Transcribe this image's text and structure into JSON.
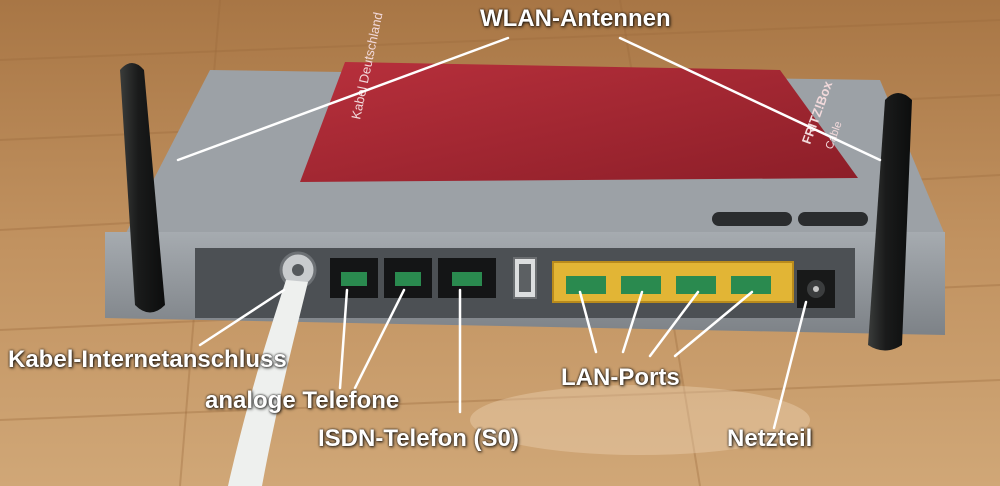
{
  "colors": {
    "floor": "#b98a55",
    "router_body": "#8f9499",
    "router_top": "#a12531",
    "antenna": "#1d1f1e",
    "lan_port": "#e2b535",
    "phone_port": "#2a8a4f",
    "callout": "#ffffff"
  },
  "labels": {
    "wlan_antennas": "WLAN-Antennen",
    "cable_internet": "Kabel-Internetanschluss",
    "analog_phones": "analoge Telefone",
    "isdn_phone": "ISDN-Telefon (S0)",
    "lan_ports": "LAN-Ports",
    "power": "Netzteil"
  },
  "device": {
    "brand_text": "Kabel Deutschland",
    "model_text": "FRITZ!Box",
    "model_sub": "Cable"
  },
  "icons": [
    "wlan-antenna-left-icon",
    "wlan-antenna-right-icon",
    "coax-connector-icon",
    "power-jack-icon",
    "usb-port-icon"
  ]
}
